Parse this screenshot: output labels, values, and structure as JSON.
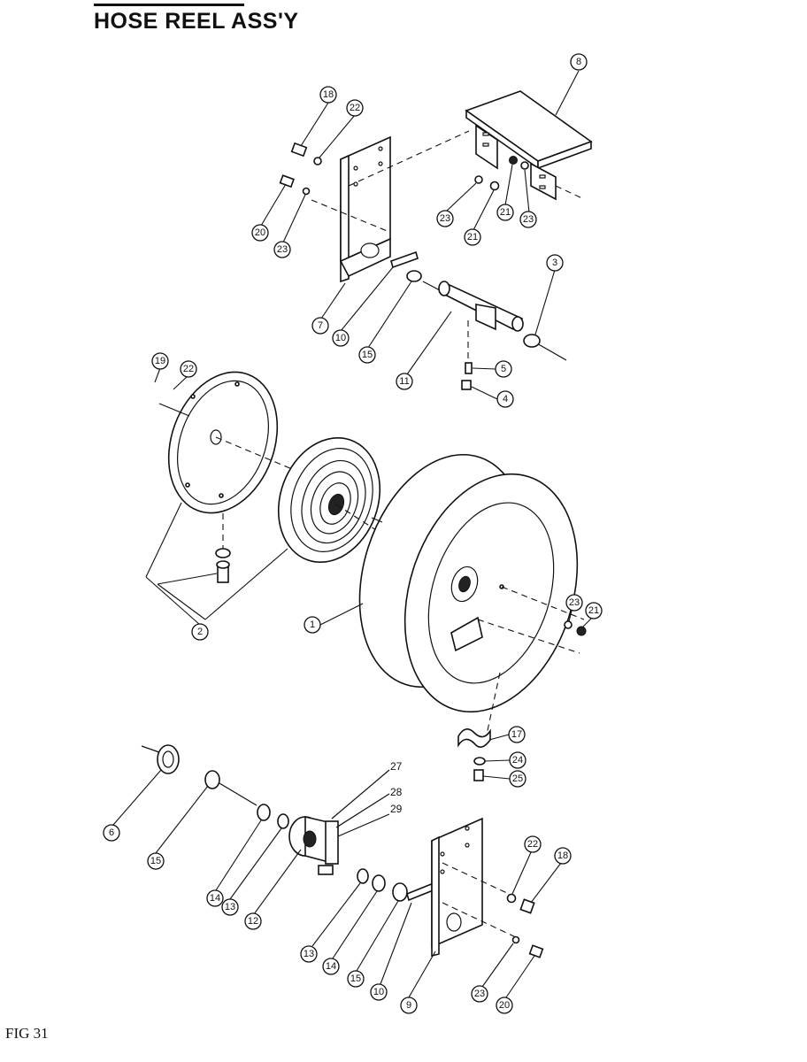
{
  "title": "HOSE REEL ASS'Y",
  "figure_label": "FIG 31",
  "callouts": [
    {
      "id": "c-8",
      "number": "8"
    },
    {
      "id": "c-18a",
      "number": "18"
    },
    {
      "id": "c-22a",
      "number": "22"
    },
    {
      "id": "c-20a",
      "number": "20"
    },
    {
      "id": "c-23a",
      "number": "23"
    },
    {
      "id": "c-23b",
      "number": "23"
    },
    {
      "id": "c-21a",
      "number": "21"
    },
    {
      "id": "c-21b",
      "number": "21"
    },
    {
      "id": "c-23c",
      "number": "23"
    },
    {
      "id": "c-7",
      "number": "7"
    },
    {
      "id": "c-10a",
      "number": "10"
    },
    {
      "id": "c-15a",
      "number": "15"
    },
    {
      "id": "c-3",
      "number": "3"
    },
    {
      "id": "c-11",
      "number": "11"
    },
    {
      "id": "c-5",
      "number": "5"
    },
    {
      "id": "c-4",
      "number": "4"
    },
    {
      "id": "c-19",
      "number": "19"
    },
    {
      "id": "c-22b",
      "number": "22"
    },
    {
      "id": "c-2",
      "number": "2"
    },
    {
      "id": "c-1",
      "number": "1"
    },
    {
      "id": "c-23d",
      "number": "23"
    },
    {
      "id": "c-21c",
      "number": "21"
    },
    {
      "id": "c-17",
      "number": "17"
    },
    {
      "id": "c-24",
      "number": "24"
    },
    {
      "id": "c-25",
      "number": "25"
    },
    {
      "id": "c-6",
      "number": "6"
    },
    {
      "id": "c-15b",
      "number": "15"
    },
    {
      "id": "c-14a",
      "number": "14"
    },
    {
      "id": "c-13a",
      "number": "13"
    },
    {
      "id": "c-12",
      "number": "12"
    },
    {
      "id": "c-22c",
      "number": "22"
    },
    {
      "id": "c-18b",
      "number": "18"
    },
    {
      "id": "c-13b",
      "number": "13"
    },
    {
      "id": "c-14b",
      "number": "14"
    },
    {
      "id": "c-15c",
      "number": "15"
    },
    {
      "id": "c-10b",
      "number": "10"
    },
    {
      "id": "c-9",
      "number": "9"
    },
    {
      "id": "c-23e",
      "number": "23"
    },
    {
      "id": "c-20b",
      "number": "20"
    }
  ],
  "plain_labels": [
    {
      "id": "t-27",
      "text": "27"
    },
    {
      "id": "t-28",
      "text": "28"
    },
    {
      "id": "t-29",
      "text": "29"
    }
  ]
}
